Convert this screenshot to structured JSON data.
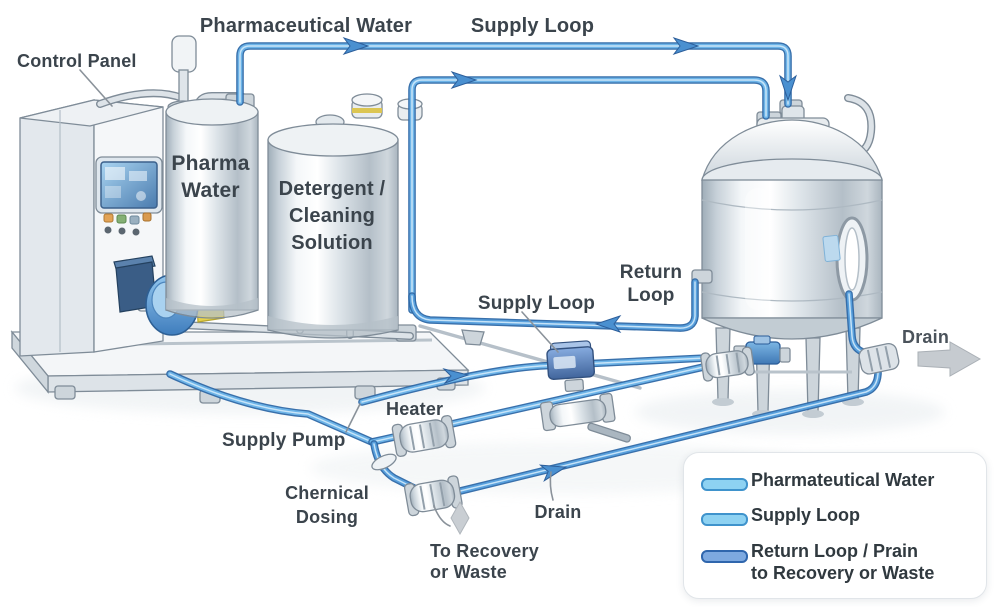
{
  "page": {
    "background": "#ffffff"
  },
  "colors": {
    "label_text": "#3b444c",
    "pipe_core_light": "#6db4e8",
    "pipe_core_dark": "#58a0dd",
    "pipe_outline": "#2e68a6",
    "arrow_blue": "#4a90d0",
    "metal_gray": "#cfd7dd",
    "pump_blue": "#4381bf",
    "pump_yellow": "#e7d24b",
    "screen_blue": "#6fa8d8"
  },
  "labels": {
    "control_panel": "Control Panel",
    "pharmaceutical_water": "Pharmaceutical Water",
    "supply_loop_top": "Supply Loop",
    "pharma_water": {
      "line1": "Pharma",
      "line2": "Water"
    },
    "detergent": {
      "line1": "Detergent /",
      "line2": "Cleaning",
      "line3": "Solution"
    },
    "supply_loop_mid": "Supply Loop",
    "return_loop": {
      "line1": "Return",
      "line2": "Loop"
    },
    "heater": "Heater",
    "supply_pump": "Supply Pump",
    "chemical_dosing": {
      "line1": "Chernical",
      "line2": "Dosing"
    },
    "drain_bottom": "Drain",
    "to_recovery": {
      "line1": "To Recovery",
      "line2": "or Waste"
    },
    "drain_right": "Drain"
  },
  "legend": {
    "items": [
      {
        "label_line1": "Pharmateutical Water",
        "fill": "#8ed2f2",
        "border": "#3f93cc"
      },
      {
        "label_line1": "Supply Loop",
        "fill": "#8ed2f2",
        "border": "#3f93cc"
      },
      {
        "label_line1": "Return Loop / Prain",
        "label_line2": "to Recovery or Waste",
        "fill": "#7da9e0",
        "border": "#2f66ad"
      }
    ]
  }
}
